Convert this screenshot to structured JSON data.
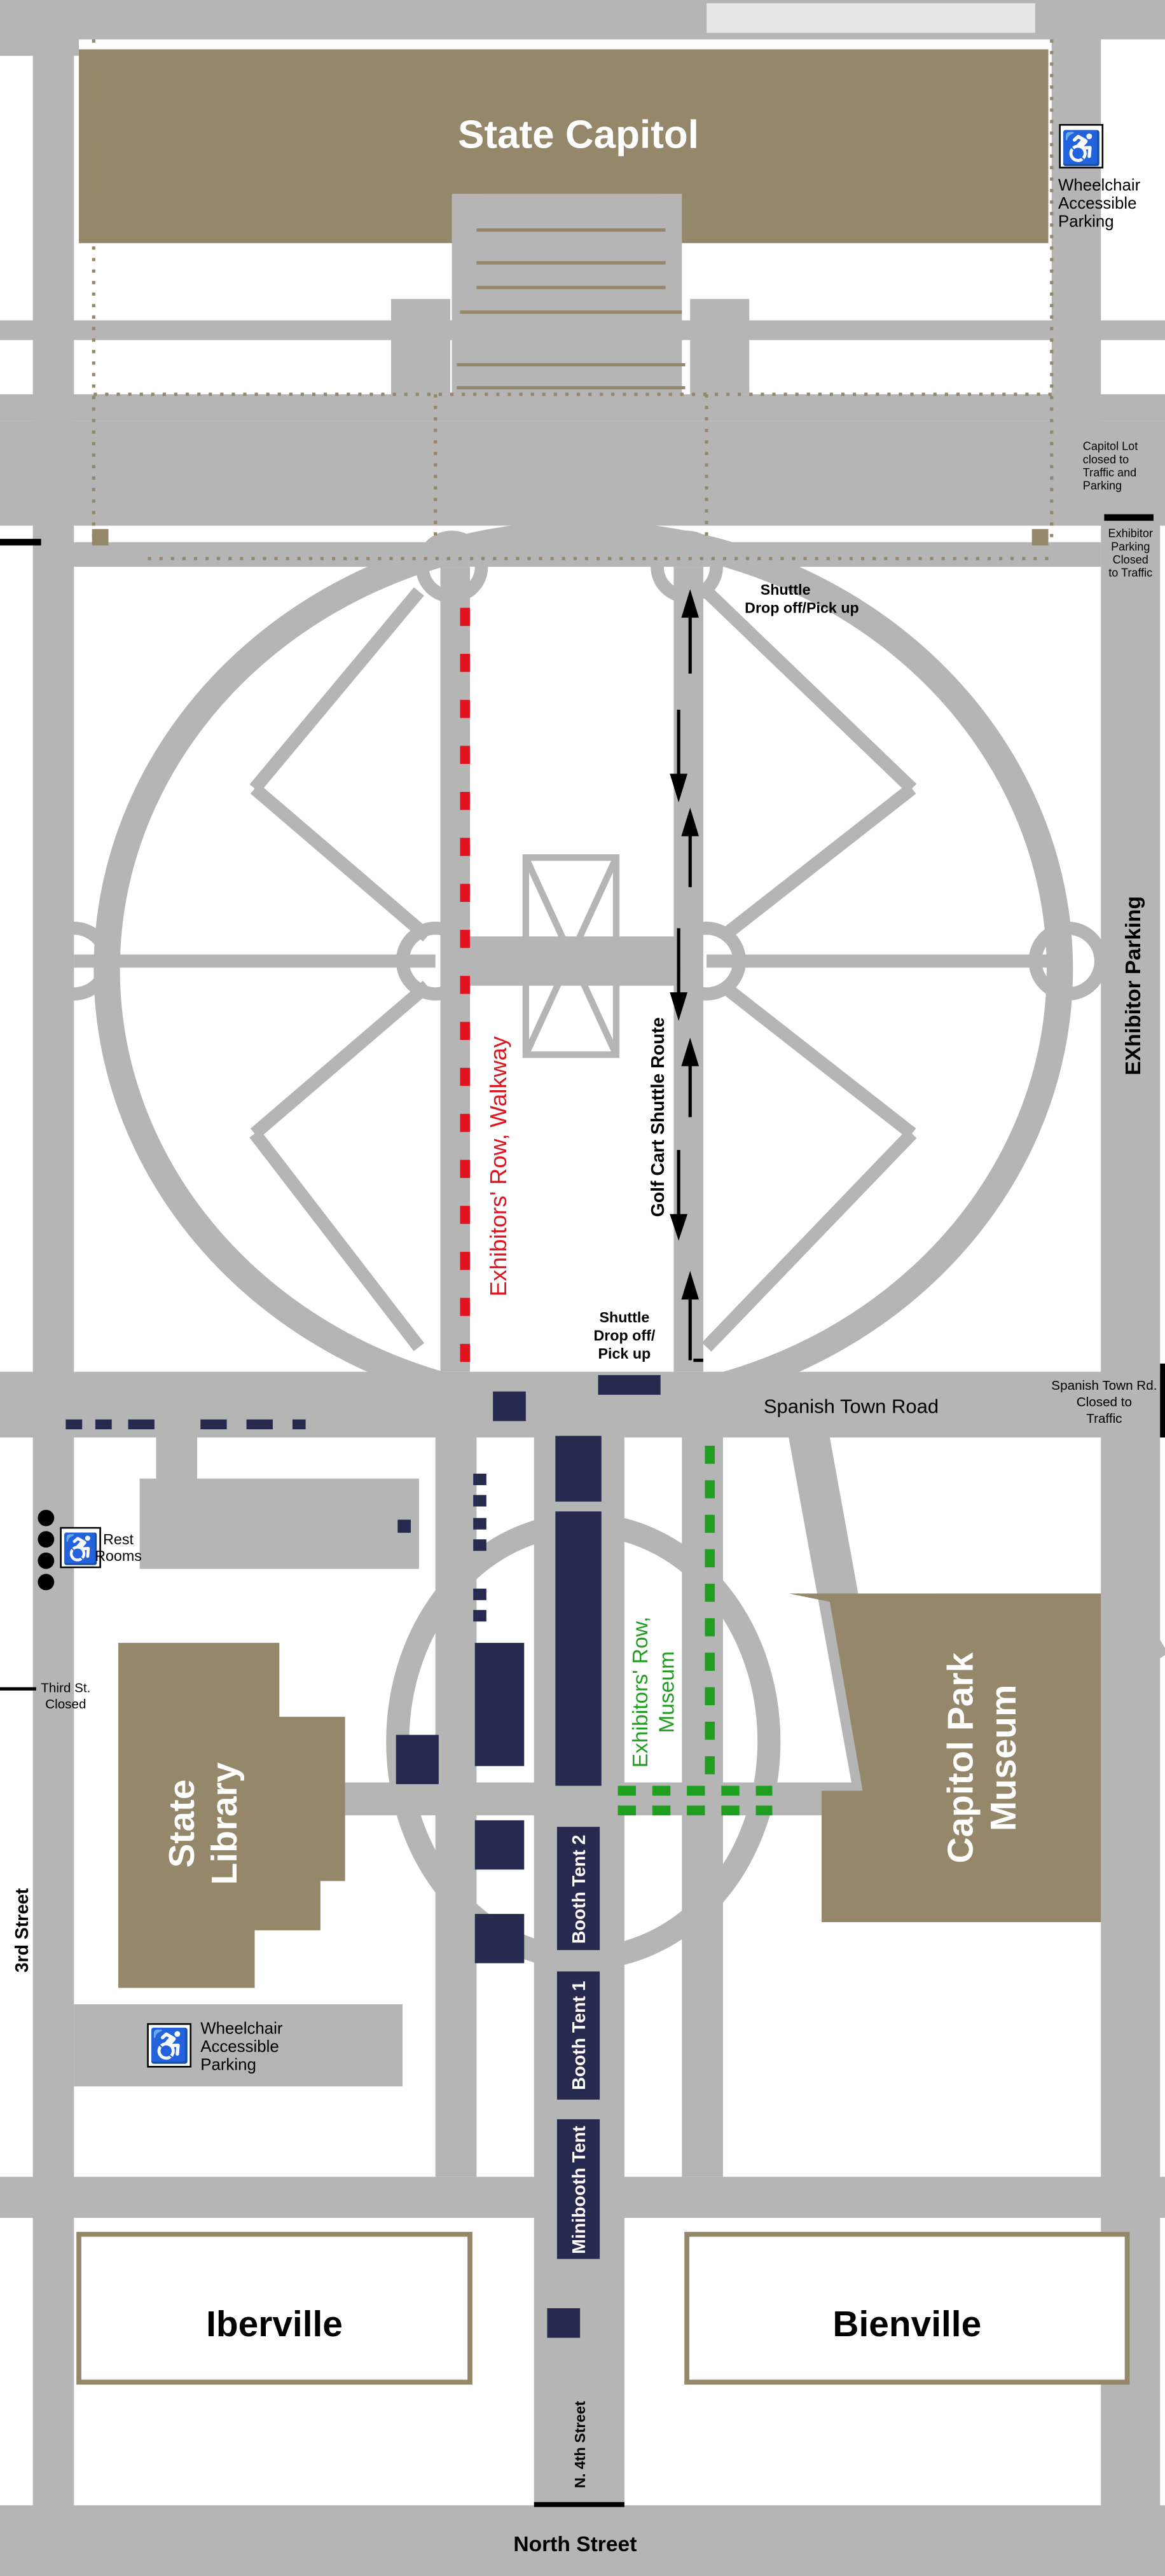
{
  "map": {
    "title": "Capitol Grounds Event Map",
    "colors": {
      "road": "#b5b5b5",
      "building": "#958769",
      "booth": "#252a4e",
      "exhibitor_walkway": "#e0141e",
      "exhibitor_museum": "#1f9e1f"
    },
    "buildings": {
      "capitol": "State Capitol",
      "library_line1": "State",
      "library_line2": "Library",
      "museum_line1": "Capitol Park",
      "museum_line2": "Museum",
      "iberville": "Iberville",
      "bienville": "Bienville"
    },
    "streets": {
      "spanish_town": "Spanish Town Road",
      "north": "North Street",
      "third": "3rd Street",
      "fourth": "N. 4th Street",
      "exhibitor_parking": "EXhibitor Parking"
    },
    "routes": {
      "walkway": "Exhibitors' Row, Walkway",
      "museum_line1": "Exhibitors' Row,",
      "museum_line2": "Museum",
      "shuttle": "Golf Cart Shuttle Route"
    },
    "booths": {
      "tent2": "Booth Tent 2",
      "tent1": "Booth Tent 1",
      "minibooth": "Minibooth Tent"
    },
    "notes": {
      "wc_top": [
        "Wheelchair",
        "Accessible",
        "Parking"
      ],
      "wc_bottom": [
        "Wheelchair",
        "Accessible",
        "Parking"
      ],
      "capitol_lot": [
        "Capitol Lot",
        "closed to",
        "Traffic and",
        "Parking"
      ],
      "exhibitor_closed": [
        "Exhibitor",
        "Parking",
        "Closed",
        "to Traffic"
      ],
      "shuttle_top": [
        "Shuttle",
        "Drop off/Pick up"
      ],
      "shuttle_bottom": [
        "Shuttle",
        "Drop off/",
        "Pick up"
      ],
      "spanish_closed": [
        "Spanish Town Rd.",
        "Closed to",
        "Traffic"
      ],
      "restrooms": [
        "Rest",
        "Rooms"
      ],
      "third_closed": [
        "Third St.",
        "Closed"
      ]
    },
    "icons": {
      "accessible": "wheelchair-icon"
    }
  }
}
